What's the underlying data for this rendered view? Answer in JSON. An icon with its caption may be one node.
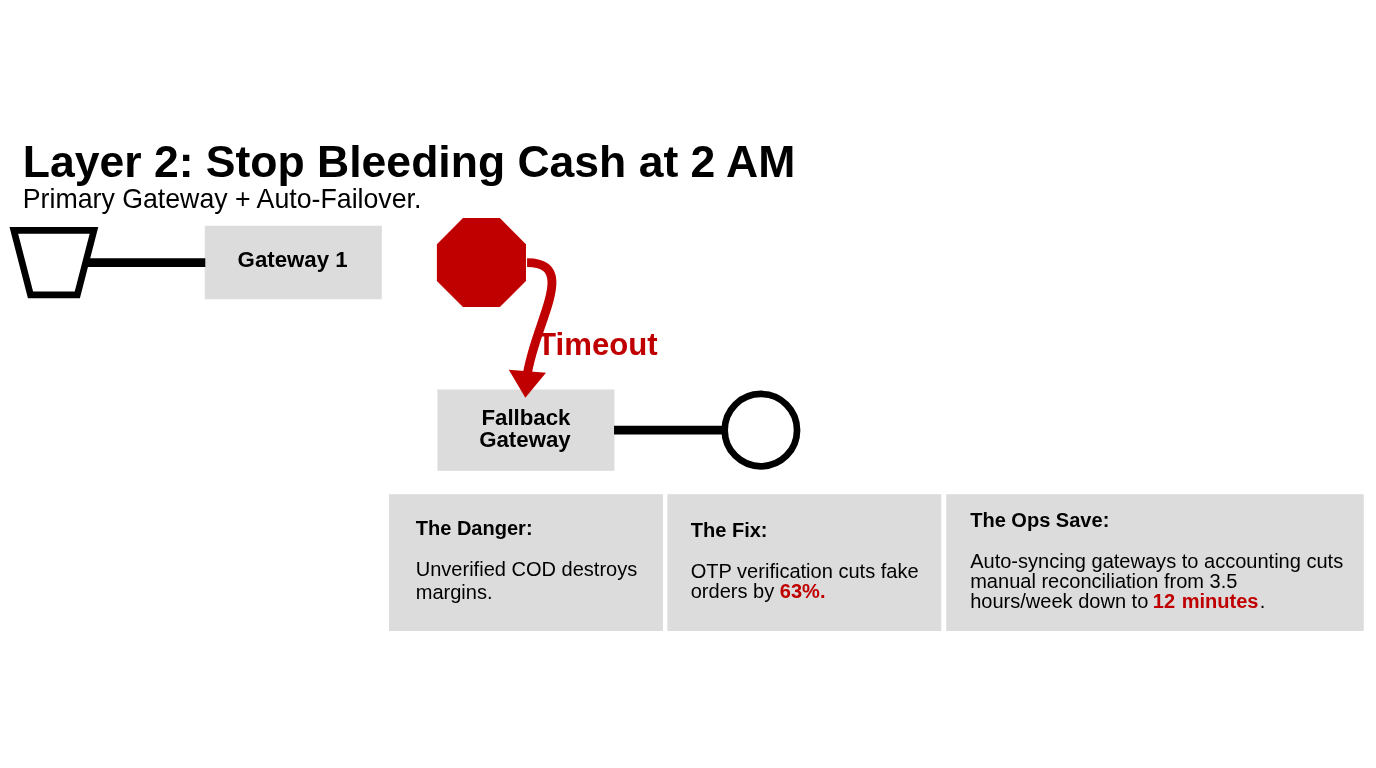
{
  "diagram": {
    "title": "Layer 2: Stop Bleeding Cash at 2 AM",
    "caption": "Primary Gateway + Auto-Failover.",
    "nodes": [
      {
        "text": [],
        "shape": "picture"
      },
      {
        "text": [
          "Gateway 1"
        ]
      },
      {
        "text": [],
        "shape": "cross"
      },
      {
        "text": [
          "Fallback Gateway"
        ]
      },
      {
        "text": [],
        "shape": "check"
      },
      {
        "text": [
          "The Danger:",
          "Unverified COD destroys margins."
        ]
      },
      {
        "text": [
          "The Fix:",
          "OTP verification cuts fake orders by **63%.**"
        ]
      },
      {
        "text": [
          "The Ops Save:",
          "Auto-syncing gateways to accounting cuts manual reconciliation from 3.5 hours/week down to **12 minutes**."
        ]
      }
    ],
    "edges": [
      {
        "from": 0,
        "to": 1,
        "arrow": "none"
      },
      {
        "from": 2,
        "to": 3,
        "arrow": "to",
        "label": "Timeout",
        "color": "#c00000"
      },
      {
        "from": 3,
        "to": 4,
        "arrow": "none"
      }
    ]
  }
}
